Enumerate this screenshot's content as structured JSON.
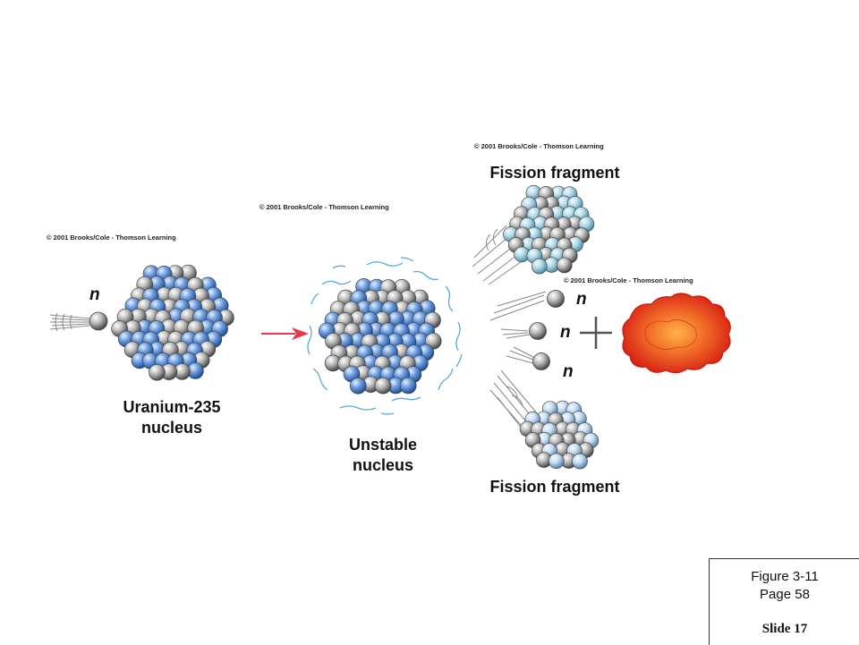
{
  "copyrights": [
    "© 2001 Brooks/Cole - Thomson Learning",
    "© 2001 Brooks/Cole - Thomson Learning",
    "© 2001 Brooks/Cole - Thomson Learning",
    "© 2001 Brooks/Cole - Thomson Learning"
  ],
  "labels": {
    "neutron": "n",
    "uranium_line1": "Uranium-235",
    "uranium_line2": "nucleus",
    "unstable_line1": "Unstable",
    "unstable_line2": "nucleus",
    "fragment_top": "Fission fragment",
    "fragment_bottom": "Fission fragment"
  },
  "figure": {
    "figure_label": "Figure 3-11",
    "page_label": "Page 58",
    "slide_label": "Slide 17"
  },
  "colors": {
    "proton_blue": "#5b8fd6",
    "neutron_gray": "#b8b8b8",
    "fragment_light_blue": "#a9d3e0",
    "arrow_red": "#e8384a",
    "energy_red": "#e0251a",
    "energy_orange": "#f07a2a",
    "vibration_blue": "#5aa8d8"
  }
}
